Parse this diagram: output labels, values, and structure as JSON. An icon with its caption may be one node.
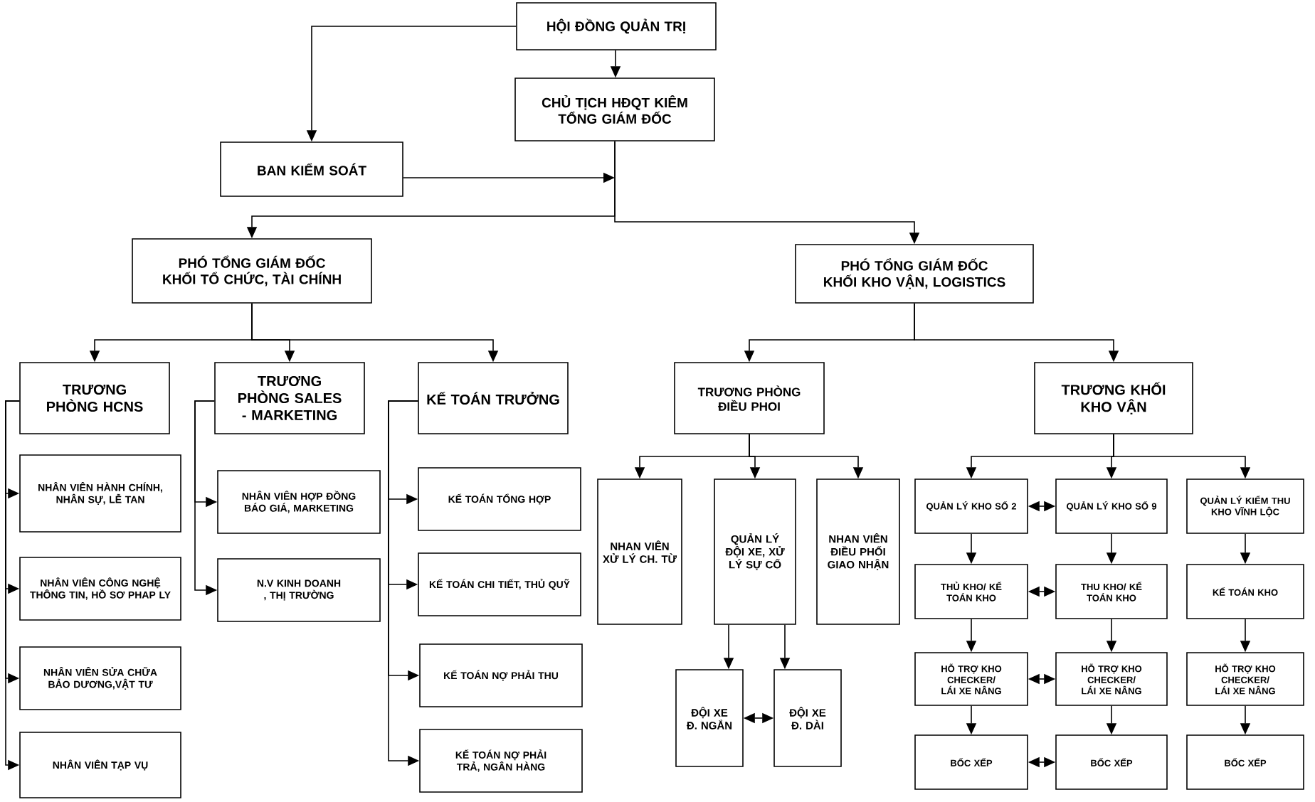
{
  "diagram": {
    "nodes": [
      {
        "text": [
          "HỘI ĐỒNG QUẢN TRỊ"
        ]
      },
      {
        "text": [
          "CHỦ TỊCH HĐQT KIÊM TỔNG GIÁM ĐỐC"
        ]
      },
      {
        "text": [
          "BAN KIỂM SOÁT"
        ]
      },
      {
        "text": [
          "PHÓ TỔNG GIÁM ĐỐC KHỐI TỔ CHỨC, TÀI CHÍNH"
        ]
      },
      {
        "text": [
          "PHÓ TỔNG GIÁM ĐỐC KHỐI KHO VẬN, LOGISTICS"
        ]
      },
      {
        "text": [
          "TRƯƠNG PHÒNG HCNS"
        ]
      },
      {
        "text": [
          "TRƯƠNG PHÒNG SALES - MARKETING"
        ]
      },
      {
        "text": [
          "KẾ TOÁN TRƯỞNG"
        ]
      },
      {
        "text": [
          "NHÂN VIÊN HÀNH CHÍNH, NHÂN SỰ, LỄ TAN"
        ]
      },
      {
        "text": [
          "NHÂN VIÊN CÔNG NGHỆ THÔNG TIN, HỒ SƠ PHAP LY"
        ]
      },
      {
        "text": [
          "NHÂN VIÊN SỬA CHỮA BẢO DƯƠNG,VẬT TƯ"
        ]
      },
      {
        "text": [
          "NHÂN VIÊN TẠP VỤ"
        ]
      },
      {
        "text": [
          "NHÂN VIÊN HỢP ĐỒNG BÁO GIÁ, MARKETING"
        ]
      },
      {
        "text": [
          "N.V KINH DOANH , THỊ TRƯỜNG"
        ]
      },
      {
        "text": [
          "KẾ TOÁN TỔNG HỢP"
        ]
      },
      {
        "text": [
          "KẾ TOÁN CHI TIẾT, THỦ QUỸ"
        ]
      },
      {
        "text": [
          "KẾ TOÁN NỢ PHẢI THU"
        ]
      },
      {
        "text": [
          "KẾ TOÁN NỢ PHẢI TRẢ, NGÂN HÀNG"
        ]
      },
      {
        "text": [
          "TRƯƠNG PHÒNG ĐIỀU PHOI"
        ]
      },
      {
        "text": [
          "NHAN VIÊN XỬ LÝ CH. TỪ"
        ]
      },
      {
        "text": [
          "QUẢN LÝ ĐỘI XE, XỬ LÝ SỰ CỐ"
        ]
      },
      {
        "text": [
          "NHAN VIÊN ĐIỀU PHỐI GIAO NHẬN"
        ]
      },
      {
        "text": [
          "ĐỘI XE Đ. NGẮN"
        ]
      },
      {
        "text": [
          "ĐỘI XE Đ. DÀI"
        ]
      },
      {
        "text": [
          "TRƯƠNG KHỐI KHO VẬN"
        ]
      },
      {
        "text": [
          "QUẢN LÝ KHO SỐ 2"
        ]
      },
      {
        "text": [
          "QUẢN LÝ KHO SỐ 9"
        ]
      },
      {
        "text": [
          "QUẢN LÝ KIỂM THU KHO VĨNH LỘC"
        ]
      },
      {
        "text": [
          "THỦ KHO/ KẾ TOÁN KHO"
        ]
      },
      {
        "text": [
          "THU KHO/ KẾ TOÁN KHO"
        ]
      },
      {
        "text": [
          "KẾ TOÁN KHO"
        ]
      },
      {
        "text": [
          "HỖ TRỢ KHO CHECKER/ LÁI XE NÂNG"
        ]
      },
      {
        "text": [
          "HỖ TRỢ KHO CHECKER/ LÁI XE NÂNG"
        ]
      },
      {
        "text": [
          "HỖ TRỢ KHO CHECKER/ LÁI XE NÂNG"
        ]
      },
      {
        "text": [
          "BỐC XẾP"
        ]
      },
      {
        "text": [
          "BỐC XẾP"
        ]
      },
      {
        "text": [
          "BỐC XẾP"
        ]
      }
    ],
    "edges": [
      {
        "from": 0,
        "to": 1,
        "arrow": "to"
      },
      {
        "from": 0,
        "to": 2,
        "arrow": "to"
      },
      {
        "from": 2,
        "to": null,
        "arrow": "to"
      },
      {
        "from": 1,
        "to": 3,
        "arrow": "to"
      },
      {
        "from": 1,
        "to": 4,
        "arrow": "to"
      },
      {
        "from": 3,
        "to": 5,
        "arrow": "to"
      },
      {
        "from": 3,
        "to": 6,
        "arrow": "to"
      },
      {
        "from": 3,
        "to": 7,
        "arrow": "to"
      },
      {
        "from": 5,
        "to": 8,
        "arrow": "to"
      },
      {
        "from": 5,
        "to": 9,
        "arrow": "to"
      },
      {
        "from": 5,
        "to": 10,
        "arrow": "to"
      },
      {
        "from": 5,
        "to": 11,
        "arrow": "to"
      },
      {
        "from": 6,
        "to": 12,
        "arrow": "to"
      },
      {
        "from": 6,
        "to": 13,
        "arrow": "to"
      },
      {
        "from": 7,
        "to": 14,
        "arrow": "to"
      },
      {
        "from": 7,
        "to": 15,
        "arrow": "to"
      },
      {
        "from": 7,
        "to": 16,
        "arrow": "to"
      },
      {
        "from": 7,
        "to": 17,
        "arrow": "to"
      },
      {
        "from": 4,
        "to": 18,
        "arrow": "to"
      },
      {
        "from": 4,
        "to": 24,
        "arrow": "to"
      },
      {
        "from": 18,
        "to": 19,
        "arrow": "to"
      },
      {
        "from": 18,
        "to": 20,
        "arrow": "to"
      },
      {
        "from": 18,
        "to": 21,
        "arrow": "to"
      },
      {
        "from": 20,
        "to": 22,
        "arrow": "to"
      },
      {
        "from": 20,
        "to": 23,
        "arrow": "to"
      },
      {
        "from": 22,
        "to": 23,
        "arrow": "both"
      },
      {
        "from": 24,
        "to": 25,
        "arrow": "to"
      },
      {
        "from": 24,
        "to": 26,
        "arrow": "to"
      },
      {
        "from": 24,
        "to": 27,
        "arrow": "to"
      },
      {
        "from": 25,
        "to": 26,
        "arrow": "both"
      },
      {
        "from": 25,
        "to": 28,
        "arrow": "to"
      },
      {
        "from": 26,
        "to": 29,
        "arrow": "to"
      },
      {
        "from": 27,
        "to": 30,
        "arrow": "to"
      },
      {
        "from": 28,
        "to": 29,
        "arrow": "both"
      },
      {
        "from": 28,
        "to": 31,
        "arrow": "to"
      },
      {
        "from": 29,
        "to": 32,
        "arrow": "to"
      },
      {
        "from": 30,
        "to": 33,
        "arrow": "to"
      },
      {
        "from": 31,
        "to": 32,
        "arrow": "both"
      },
      {
        "from": 31,
        "to": 34,
        "arrow": "to"
      },
      {
        "from": 32,
        "to": 35,
        "arrow": "to"
      },
      {
        "from": 33,
        "to": 36,
        "arrow": "to"
      },
      {
        "from": 34,
        "to": 35,
        "arrow": "both"
      }
    ]
  }
}
